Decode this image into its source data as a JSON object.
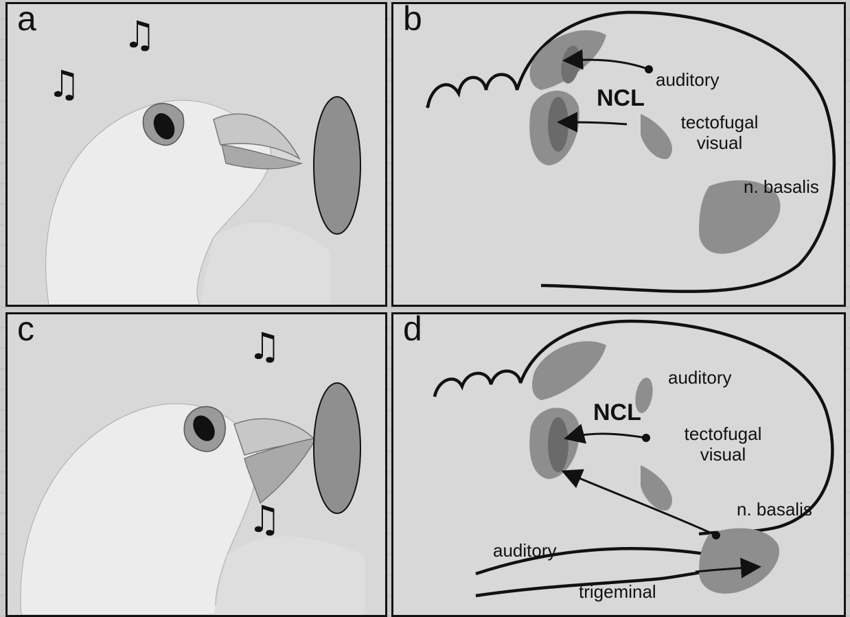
{
  "panels": {
    "a": {
      "letter": "a"
    },
    "b": {
      "letter": "b",
      "labels": {
        "ncl": "NCL",
        "auditory": "auditory",
        "tectofugal_line1": "tectofugal",
        "tectofugal_line2": "visual",
        "basalis": "n. basalis"
      }
    },
    "c": {
      "letter": "c"
    },
    "d": {
      "letter": "d",
      "labels": {
        "ncl": "NCL",
        "auditory": "auditory",
        "tectofugal_line1": "tectofugal",
        "tectofugal_line2": "visual",
        "basalis": "n. basalis",
        "auditory_input": "auditory",
        "trigeminal_input": "trigeminal"
      }
    }
  },
  "icons": {
    "music_note": "♫",
    "music_note_single": "♫"
  },
  "colors": {
    "panel_bg": "#d8d8d8",
    "area_fill": "#8e8e8e",
    "bird_fill": "#e8e8e8",
    "line": "#111111"
  }
}
